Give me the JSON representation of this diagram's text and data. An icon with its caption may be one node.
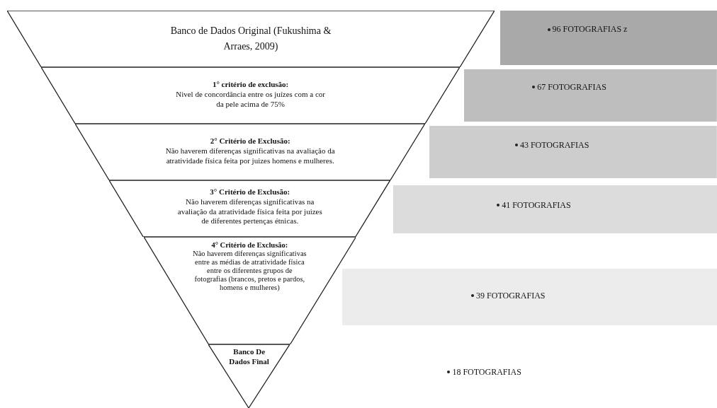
{
  "diagram": {
    "nodes": [
      {
        "text": [
          "Banco de Dados Original (Fukushima & Arraes, 2009)"
        ]
      },
      {
        "text": [
          "96 FOTOGRAFIAS z"
        ]
      },
      {
        "text": [
          "1° critério de exclusão:",
          "Nivel de concordância entre os juízes com a cor da pele acima de 75%"
        ]
      },
      {
        "text": [
          "67 FOTOGRAFIAS"
        ]
      },
      {
        "text": [
          "2° Critério de Exclusão:",
          "Não haverem diferenças significativas na avaliação da atratividade física feita por juizes homens e mulheres."
        ]
      },
      {
        "text": [
          "43 FOTOGRAFIAS"
        ]
      },
      {
        "text": [
          "3° Critério de Exclusão:",
          "Não haverem diferenças significativas na avaliação da atratividade física feita por juizes de diferentes pertenças étnicas."
        ]
      },
      {
        "text": [
          "41 FOTOGRAFIAS"
        ]
      },
      {
        "text": [
          "4° Critério de Exclusão:",
          "Não haverem diferenças significativas entre as médias de atratividade física entre os diferentes grupos de fotografias (brancos, pretos e pardos, homens e mulheres)"
        ]
      },
      {
        "text": [
          "39 FOTOGRAFIAS"
        ]
      },
      {
        "text": [
          "Banco De Dados Final"
        ]
      },
      {
        "text": [
          "18 FOTOGRAFIAS"
        ]
      }
    ]
  }
}
